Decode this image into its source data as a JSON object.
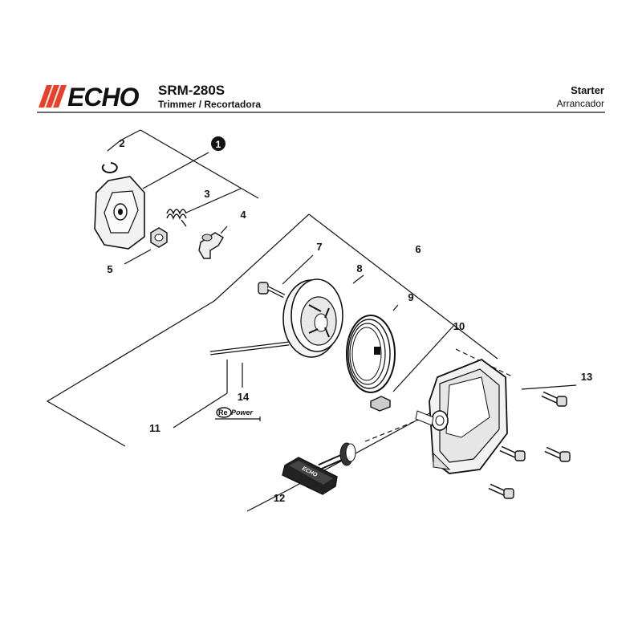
{
  "header": {
    "brand": "ECHO",
    "model": "SRM-280S",
    "subtitle": "Trimmer / Recortadora",
    "section_en": "Starter",
    "section_es": "Arrancador"
  },
  "callouts": {
    "c1": "1",
    "c2": "2",
    "c3": "3",
    "c4": "4",
    "c5": "5",
    "c6": "6",
    "c7": "7",
    "c8": "8",
    "c9": "9",
    "c10": "10",
    "c11": "11",
    "c12": "12",
    "c13": "13",
    "c14": "14"
  },
  "handle_text": "ECHO",
  "repower_badge": {
    "re": "Re",
    "power": "Power"
  },
  "colors": {
    "brand_red": "#e8402a",
    "line": "#111111"
  }
}
